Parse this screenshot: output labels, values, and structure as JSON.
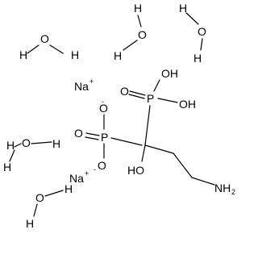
{
  "structure": {
    "atoms": {
      "h": "H",
      "o": "O",
      "p": "P",
      "na": "Na",
      "plus": "+",
      "minus": "-",
      "oh": "OH",
      "ho": "HO",
      "nh2_n": "NH",
      "nh2_sub": "2"
    }
  },
  "colors": {
    "ink": "#000000",
    "background": "#ffffff"
  }
}
